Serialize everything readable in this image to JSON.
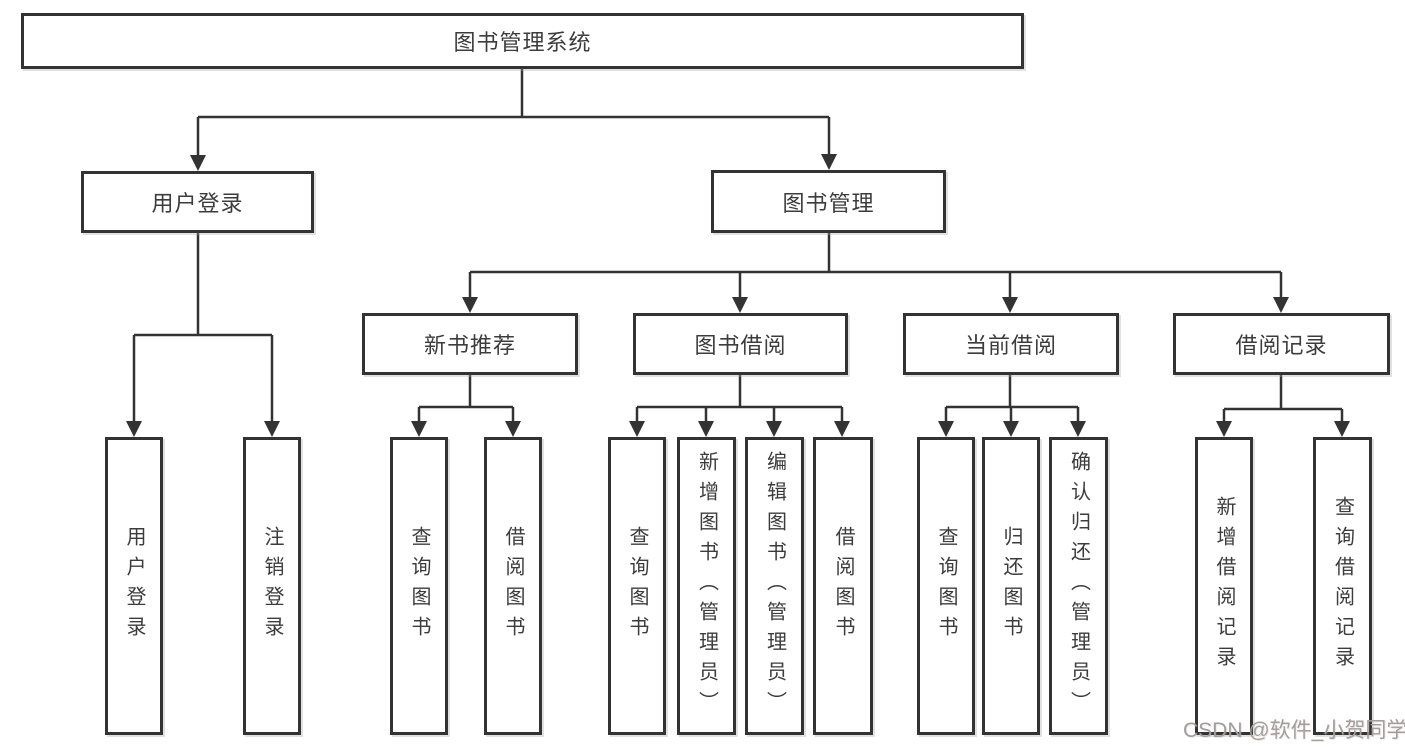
{
  "colors": {
    "line": "#333333",
    "box_border": "#333333",
    "box_fill": "#ffffff",
    "text": "#3c3c3c",
    "watermark": "#9f9f9f",
    "background": "#ffffff"
  },
  "watermark": {
    "text": "CSDN @软件_小贺同学"
  },
  "tree": {
    "root": {
      "label": "图书管理系统"
    },
    "level2": [
      {
        "id": "user-login",
        "label": "用户登录"
      },
      {
        "id": "book-management",
        "label": "图书管理"
      }
    ],
    "level3": [
      {
        "id": "new-book-recommend",
        "label": "新书推荐",
        "parent": "book-management"
      },
      {
        "id": "book-borrow",
        "label": "图书借阅",
        "parent": "book-management"
      },
      {
        "id": "current-borrow",
        "label": "当前借阅",
        "parent": "book-management"
      },
      {
        "id": "borrow-record",
        "label": "借阅记录",
        "parent": "book-management"
      }
    ],
    "leaves": [
      {
        "group": "user-login",
        "label": "用户登录"
      },
      {
        "group": "user-login",
        "label": "注销登录"
      },
      {
        "group": "new-book-recommend",
        "label": "查询图书"
      },
      {
        "group": "new-book-recommend",
        "label": "借阅图书"
      },
      {
        "group": "book-borrow",
        "label": "查询图书"
      },
      {
        "group": "book-borrow",
        "label": "新增图书（管理员）"
      },
      {
        "group": "book-borrow",
        "label": "编辑图书（管理员）"
      },
      {
        "group": "book-borrow",
        "label": "借阅图书"
      },
      {
        "group": "current-borrow",
        "label": "查询图书"
      },
      {
        "group": "current-borrow",
        "label": "归还图书"
      },
      {
        "group": "current-borrow",
        "label": "确认归还（管理员）"
      },
      {
        "group": "borrow-record",
        "label": "新增借阅记录"
      },
      {
        "group": "borrow-record",
        "label": "查询借阅记录"
      }
    ]
  }
}
